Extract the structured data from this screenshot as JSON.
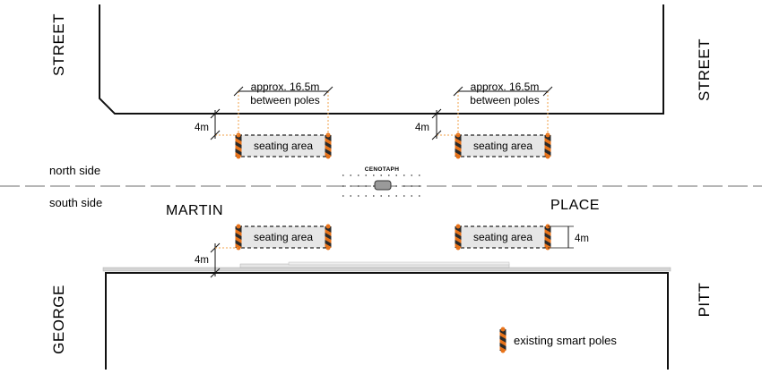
{
  "streets": {
    "top_left": "STREET",
    "top_right": "STREET",
    "bottom_left": "GEORGE",
    "bottom_right": "PITT"
  },
  "sides": {
    "north": "north side",
    "south": "south side"
  },
  "place_name": {
    "left": "MARTIN",
    "right": "PLACE"
  },
  "landmark": "CENOTAPH",
  "dimensions": {
    "pole_spacing_line1": "approx. 16.5m",
    "pole_spacing_line2": "between poles",
    "setback": "4m"
  },
  "seating_areas": [
    {
      "label": "seating area"
    },
    {
      "label": "seating area"
    },
    {
      "label": "seating area"
    },
    {
      "label": "seating area"
    }
  ],
  "legend": {
    "label": "existing smart poles"
  },
  "colors": {
    "smart_pole_orange": "#e8731a",
    "smart_pole_dark": "#2a2a2a",
    "seating_fill": "#e6e6e6",
    "centreline": "#8a8a8a",
    "dim_guide_orange": "#f0a24a"
  }
}
